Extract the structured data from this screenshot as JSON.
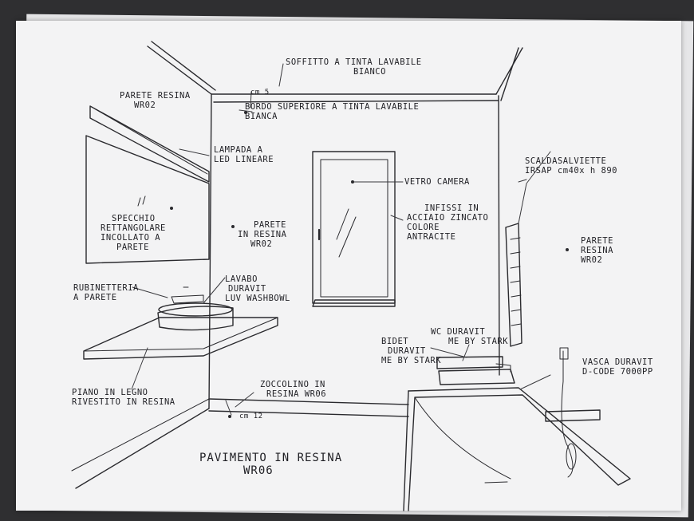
{
  "labels": {
    "soffitto": [
      "SOFFITTO A TINTA LAVABILE",
      "BIANCO"
    ],
    "cm5": "cm 5",
    "bordo": [
      "BORDO SUPERIORE A TINTA LAVABILE",
      "BIANCA"
    ],
    "parete_sx": [
      "PARETE RESINA",
      "WR02"
    ],
    "lampada": [
      "LAMPADA A",
      "LED LINEARE"
    ],
    "vetro": "VETRO CAMERA",
    "infissi": [
      "INFISSI IN",
      "ACCIAIO ZINCATO",
      "COLORE",
      "ANTRACITE"
    ],
    "scalda": [
      "SCALDASALVIETTE",
      "IRSAP cm40x h 890"
    ],
    "parete_dx": [
      "PARETE",
      "RESINA",
      "WR02"
    ],
    "specchio": [
      "SPECCHIO",
      "RETTANGOLARE",
      "INCOLLATO A",
      "PARETE"
    ],
    "parete_centro": [
      "PARETE",
      "IN RESINA",
      "WR02"
    ],
    "rubinetteria": [
      "RUBINETTERIA",
      "A PARETE"
    ],
    "lavabo": [
      "LAVABO",
      "DURAVIT",
      "LUV WASHBOWL"
    ],
    "wc": [
      "WC DURAVIT",
      "ME BY STARK"
    ],
    "bidet": [
      "BIDET",
      "DURAVIT",
      "ME BY STARK"
    ],
    "vasca": [
      "VASCA DURAVIT",
      "D-CODE 7000PP"
    ],
    "zoccolino": [
      "ZOCCOLINO IN",
      "RESINA WR06"
    ],
    "piano": [
      "PIANO IN LEGNO",
      "RIVESTITO IN RESINA"
    ],
    "cm12": "cm 12",
    "pavimento": [
      "PAVIMENTO IN RESINA",
      "WR06"
    ]
  }
}
